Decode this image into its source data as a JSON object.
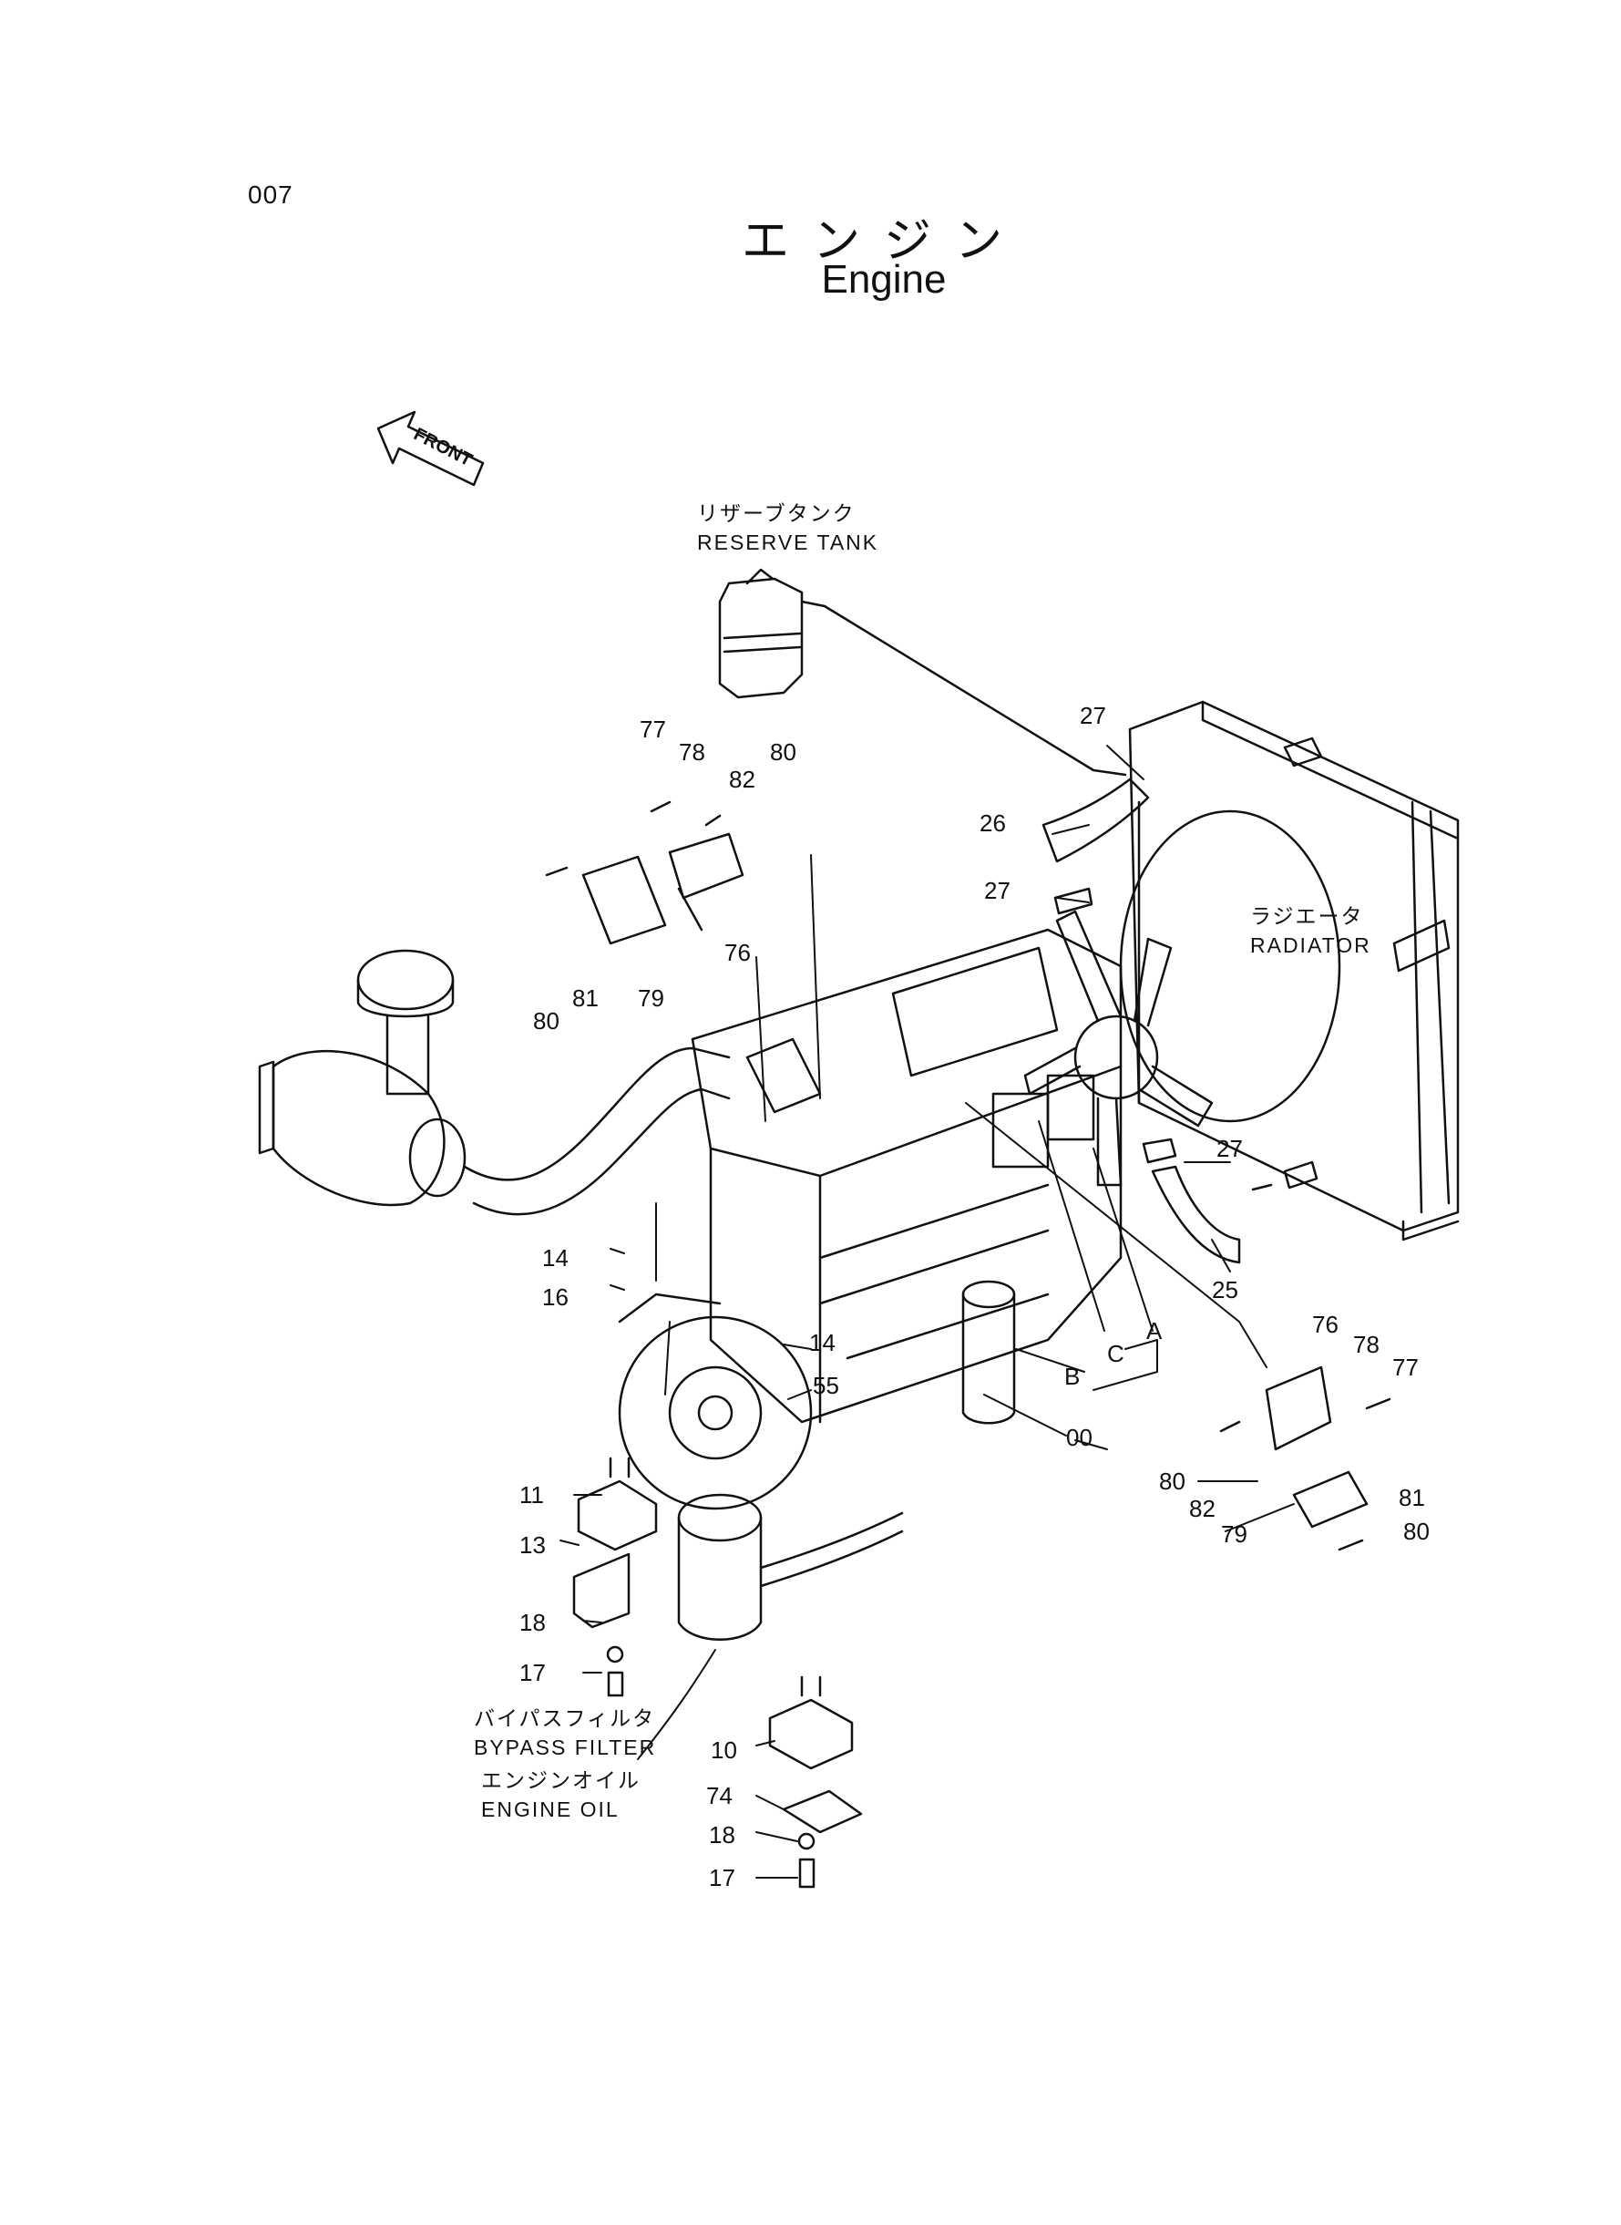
{
  "page": {
    "number": "007",
    "title_jp": "エンジン",
    "title_en": "Engine"
  },
  "front_arrow": {
    "text": "FRONT",
    "icon": "front-arrow-icon"
  },
  "labels": {
    "reserve_tank_jp": "リザーブタンク",
    "reserve_tank_en": "RESERVE TANK",
    "radiator_jp": "ラジエータ",
    "radiator_en": "RADIATOR",
    "bypass_jp": "バイパスフィルタ",
    "bypass_en": "BYPASS FILTER",
    "engine_oil_jp": "エンジンオイル",
    "engine_oil_en": "ENGINE OIL"
  },
  "callouts": [
    "77",
    "78",
    "82",
    "80",
    "76",
    "79",
    "81",
    "80",
    "27",
    "26",
    "27",
    "27",
    "25",
    "14",
    "16",
    "14",
    "55",
    "C",
    "A",
    "B",
    "00",
    "76",
    "78",
    "77",
    "80",
    "82",
    "79",
    "81",
    "80",
    "11",
    "13",
    "18",
    "17",
    "10",
    "74",
    "18",
    "17"
  ],
  "colors": {
    "ink": "#111111",
    "paper": "#ffffff"
  }
}
